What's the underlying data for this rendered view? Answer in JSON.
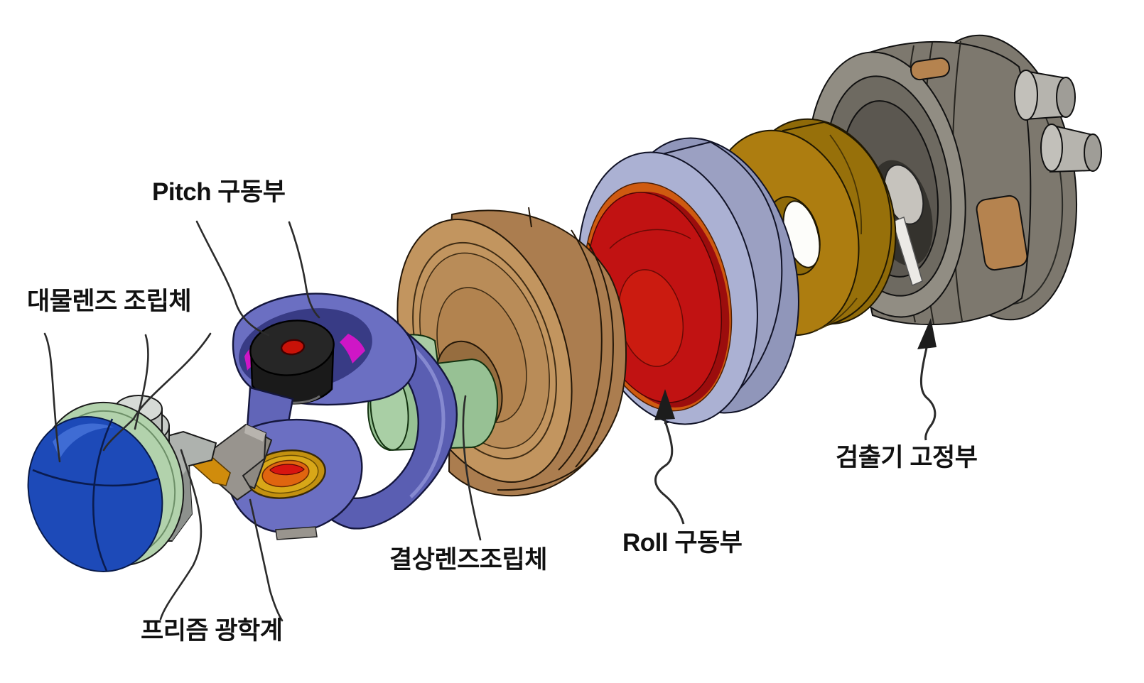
{
  "figure": {
    "type": "exploded-view-diagram",
    "background": "#ffffff",
    "labels": {
      "pitch_drive": "Pitch 구동부",
      "objective_lens": "대물렌즈 조립체",
      "prism_optics": "프리즘 광학계",
      "imaging_lens": "결상렌즈조립체",
      "roll_drive": "Roll 구동부",
      "detector_mount": "검출기 고정부"
    },
    "colors": {
      "label_text": "#111111",
      "leader_line": "#2b2b2b",
      "lens_blue": "#1d4ab8",
      "lens_rim_green": "#b2d2ac",
      "mount_gray": "#aeb2ae",
      "prism_gold": "#d08c0c",
      "prism_plate_gray": "#98948e",
      "gimbal_purple": "#6b6fc2",
      "gimbal_band_purple": "#5a5eb2",
      "motor_black": "#262626",
      "motor_red": "#c81208",
      "accent_magenta": "#cf16c6",
      "bearing_gold": "#c39110",
      "shaft_green": "#97c194",
      "drum_brown": "#ab7d4f",
      "drum_face_tan": "#c2955f",
      "roll_housing_lavender": "#abb1d3",
      "roll_ring_orange": "#cf5a10",
      "roll_disc_red": "#c11212",
      "spacer_gold": "#ad7d10",
      "housing_gray": "#7d786e",
      "window_tan": "#b5834f",
      "connector_silver": "#c2c0ba"
    }
  }
}
